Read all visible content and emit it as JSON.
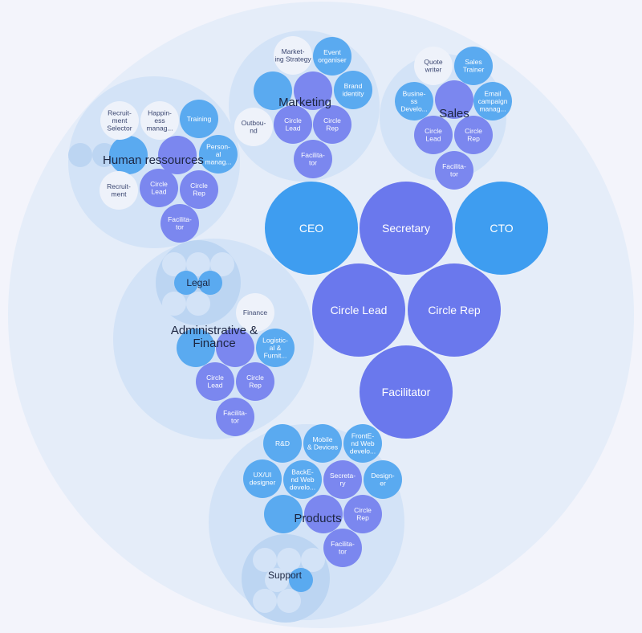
{
  "colors": {
    "background": "#f3f4fb",
    "outer": "#e5edf9",
    "sub_circle": "#d3e3f7",
    "nested_circle": "#bcd5f2",
    "role_blue": "#5aaaf0",
    "role_indigo": "#7b87ef",
    "role_white": "#eef2fa",
    "core_blue": "#3e9df0",
    "core_indigo": "#6a78ed",
    "text_dark": "#1c2540",
    "text_role_light": "#ffffff",
    "text_role_dark": "#3a4670"
  },
  "core_roles": {
    "ceo": "CEO",
    "secretary": "Secretary",
    "cto": "CTO",
    "circle_lead": "Circle Lead",
    "circle_rep": "Circle Rep",
    "facilitator": "Facilitator"
  },
  "circles": {
    "human_resources": {
      "title": "Human ressources",
      "roles": {
        "recruitment_selector": [
          "Recruit-",
          "ment",
          "Selector"
        ],
        "happiness_manager": [
          "Happin-",
          "ess",
          "manag..."
        ],
        "training": [
          "Training"
        ],
        "personal_manager": [
          "Person-",
          "al",
          "manag..."
        ],
        "recruitment": [
          "Recruit-",
          "ment"
        ],
        "circle_lead": [
          "Circle",
          "Lead"
        ],
        "circle_rep": [
          "Circle",
          "Rep"
        ],
        "facilitator": [
          "Facilita-",
          "tor"
        ]
      }
    },
    "marketing": {
      "title": "Marketing",
      "roles": {
        "marketing_strategy": [
          "Market-",
          "ing Strategy"
        ],
        "event_organiser": [
          "Event",
          "organiser"
        ],
        "brand_identity": [
          "Brand",
          "identity"
        ],
        "outbound": [
          "Outbou-",
          "nd"
        ],
        "circle_lead": [
          "Circle",
          "Lead"
        ],
        "circle_rep": [
          "Circle",
          "Rep"
        ],
        "facilitator": [
          "Facilita-",
          "tor"
        ]
      }
    },
    "sales": {
      "title": "Sales",
      "roles": {
        "quote_writer": [
          "Quote",
          "writer"
        ],
        "sales_trainer": [
          "Sales",
          "Trainer"
        ],
        "business_developer": [
          "Busine-",
          "ss",
          "Develo..."
        ],
        "email_campaign_manager": [
          "Email",
          "campaign",
          "manag..."
        ],
        "circle_lead": [
          "Circle",
          "Lead"
        ],
        "circle_rep": [
          "Circle",
          "Rep"
        ],
        "facilitator": [
          "Facilita-",
          "tor"
        ]
      }
    },
    "administrative_finance": {
      "title_line1": "Administrative &",
      "title_line2": "Finance",
      "legal_title": "Legal",
      "roles": {
        "finance": [
          "Finance"
        ],
        "logistics_furniture": [
          "Logistic-",
          "al &",
          "Furnit..."
        ],
        "circle_lead": [
          "Circle",
          "Lead"
        ],
        "circle_rep": [
          "Circle",
          "Rep"
        ],
        "facilitator": [
          "Facilita-",
          "tor"
        ]
      }
    },
    "products": {
      "title": "Products",
      "support_title": "Support",
      "roles": {
        "rd": [
          "R&D"
        ],
        "mobile_devices": [
          "Mobile",
          "& Devices"
        ],
        "frontend_web_developer": [
          "FrontE-",
          "nd Web",
          "develo..."
        ],
        "ux_ui_designer": [
          "UX/UI",
          "designer"
        ],
        "backend_web_developer": [
          "BackE-",
          "nd Web",
          "develo..."
        ],
        "secretary": [
          "Secreta-",
          "ry"
        ],
        "designer": [
          "Design-",
          "er"
        ],
        "circle_rep": [
          "Circle",
          "Rep"
        ],
        "facilitator": [
          "Facilita-",
          "tor"
        ]
      }
    }
  }
}
